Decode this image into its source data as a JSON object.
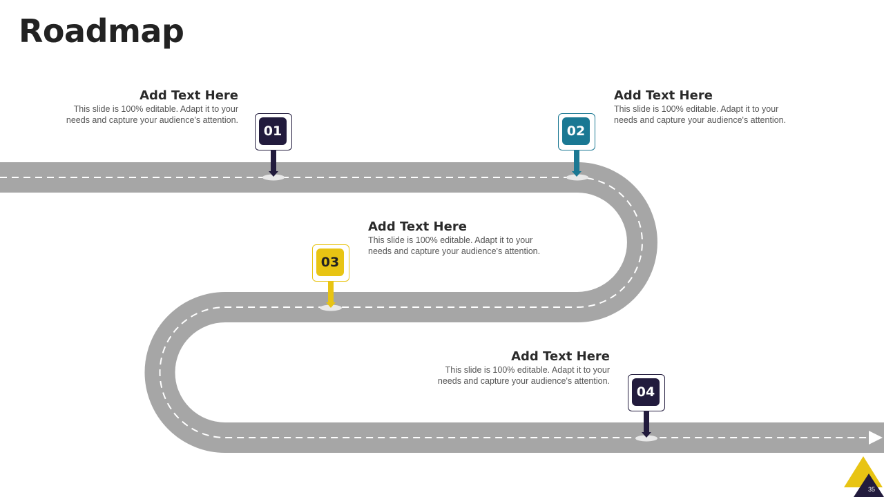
{
  "title": "Roadmap",
  "page_number": "35",
  "colors": {
    "road": "#a6a6a6",
    "dash": "#ffffff",
    "dark": "#221b3d",
    "teal": "#1a7893",
    "yellow": "#e8c413"
  },
  "steps": [
    {
      "number": "01",
      "color": "dark",
      "heading": "Add Text Here",
      "text_line1": "This slide is 100% editable. Adapt it to your",
      "text_line2": "needs and capture your audience's attention."
    },
    {
      "number": "02",
      "color": "teal",
      "heading": "Add Text Here",
      "text_line1": "This slide is 100% editable. Adapt it to your",
      "text_line2": "needs and capture your audience's attention."
    },
    {
      "number": "03",
      "color": "yellow",
      "heading": "Add Text Here",
      "text_line1": "This slide is 100% editable. Adapt it to your",
      "text_line2": "needs and capture your audience's attention."
    },
    {
      "number": "04",
      "color": "dark",
      "heading": "Add Text Here",
      "text_line1": "This slide is 100% editable. Adapt it to your",
      "text_line2": "needs and capture your audience's attention."
    }
  ]
}
